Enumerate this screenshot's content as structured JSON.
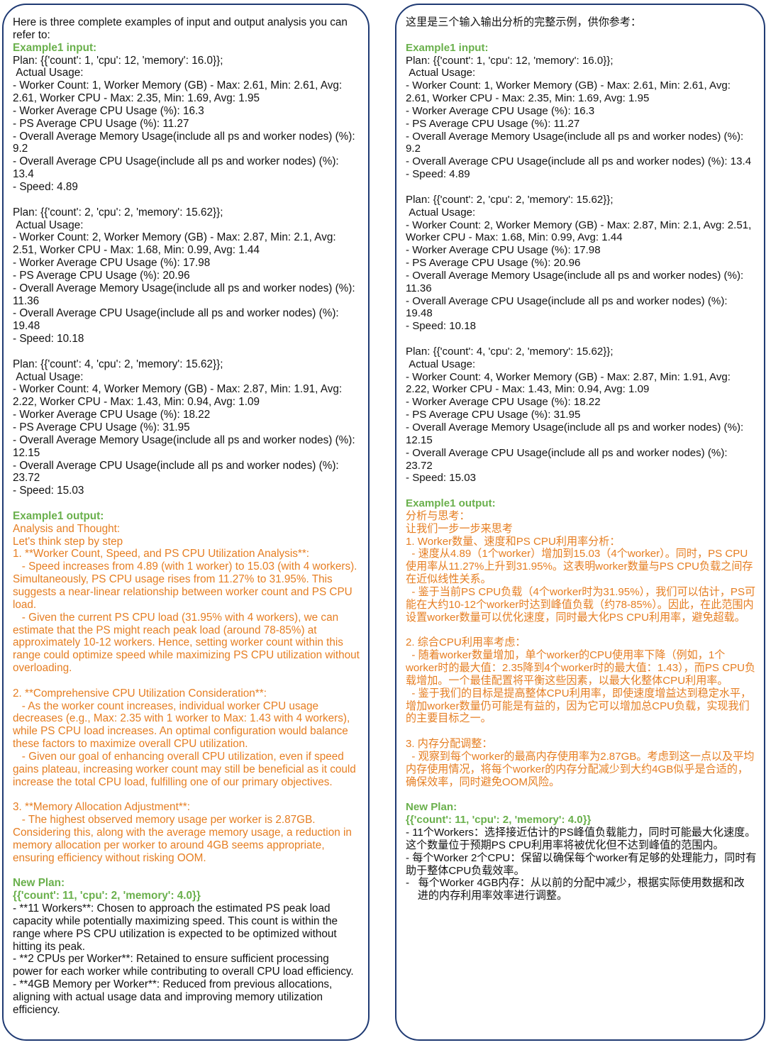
{
  "left": {
    "intro": "Here is three complete examples of input and output analysis you can refer to:",
    "input_heading": "Example1 input:",
    "input_text": "Plan: {{'count': 1, 'cpu': 12, 'memory': 16.0}};\n Actual Usage:\n- Worker Count: 1, Worker Memory (GB) - Max: 2.61, Min: 2.61, Avg: 2.61, Worker CPU - Max: 2.35, Min: 1.69, Avg: 1.95\n- Worker Average CPU Usage (%): 16.3\n- PS Average CPU Usage (%): 11.27\n- Overall Average Memory Usage(include all ps and worker nodes) (%): 9.2\n- Overall Average CPU Usage(include all ps and worker nodes) (%): 13.4\n- Speed: 4.89\n\nPlan: {{'count': 2, 'cpu': 2, 'memory': 15.62}};\n Actual Usage:\n- Worker Count: 2, Worker Memory (GB) - Max: 2.87, Min: 2.1, Avg: 2.51, Worker CPU - Max: 1.68, Min: 0.99, Avg: 1.44\n- Worker Average CPU Usage (%): 17.98\n- PS Average CPU Usage (%): 20.96\n- Overall Average Memory Usage(include all ps and worker nodes) (%): 11.36\n- Overall Average CPU Usage(include all ps and worker nodes) (%): 19.48\n- Speed: 10.18\n\nPlan: {{'count': 4, 'cpu': 2, 'memory': 15.62}};\n Actual Usage:\n- Worker Count: 4, Worker Memory (GB) - Max: 2.87, Min: 1.91, Avg: 2.22, Worker CPU - Max: 1.43, Min: 0.94, Avg: 1.09\n- Worker Average CPU Usage (%): 18.22\n- PS Average CPU Usage (%): 31.95\n- Overall Average Memory Usage(include all ps and worker nodes) (%): 12.15\n- Overall Average CPU Usage(include all ps and worker nodes) (%): 23.72\n- Speed: 15.03",
    "output_heading": "Example1 output:",
    "output_text": "Analysis and Thought:\nLet's think step by step\n1. **Worker Count, Speed, and PS CPU Utilization Analysis**:\n   - Speed increases from 4.89 (with 1 worker) to 15.03 (with 4 workers). Simultaneously, PS CPU usage rises from 11.27% to 31.95%. This suggests a near-linear relationship between worker count and PS CPU load.\n   - Given the current PS CPU load (31.95% with 4 workers), we can estimate that the PS might reach peak load (around 78-85%) at approximately 10-12 workers. Hence, setting worker count within this range could optimize speed while maximizing PS CPU utilization without overloading.\n\n2. **Comprehensive CPU Utilization Consideration**:\n   - As the worker count increases, individual worker CPU usage decreases (e.g., Max: 2.35 with 1 worker to Max: 1.43 with 4 workers), while PS CPU load increases. An optimal configuration would balance these factors to maximize overall CPU utilization.\n   - Given our goal of enhancing overall CPU utilization, even if speed gains plateau, increasing worker count may still be beneficial as it could increase the total CPU load, fulfilling one of our primary objectives.\n\n3. **Memory Allocation Adjustment**:\n   - The highest observed memory usage per worker is 2.87GB. Considering this, along with the average memory usage, a reduction in memory allocation per worker to around 4GB seems appropriate, ensuring efficiency without risking OOM.",
    "new_plan_heading": "New Plan:",
    "new_plan_value": "{{'count': 11, 'cpu': 2, 'memory': 4.0}}",
    "new_plan_text": "- **11 Workers**: Chosen to approach the estimated PS peak load capacity while potentially maximizing speed. This count is within the range where PS CPU utilization is expected to be optimized without hitting its peak.\n- **2 CPUs per Worker**: Retained to ensure sufficient processing power for each worker while contributing to overall CPU load efficiency.\n- **4GB Memory per Worker**: Reduced from previous allocations, aligning with actual usage data and improving memory utilization efficiency."
  },
  "right": {
    "intro": "这里是三个输入输出分析的完整示例，供你参考：",
    "input_heading": "Example1 input:",
    "input_text": "Plan: {{'count': 1, 'cpu': 12, 'memory': 16.0}};\n Actual Usage:\n- Worker Count: 1, Worker Memory (GB) - Max: 2.61, Min: 2.61, Avg: 2.61, Worker CPU - Max: 2.35, Min: 1.69, Avg: 1.95\n- Worker Average CPU Usage (%): 16.3\n- PS Average CPU Usage (%): 11.27\n- Overall Average Memory Usage(include all ps and worker nodes) (%): 9.2\n- Overall Average CPU Usage(include all ps and worker nodes) (%): 13.4\n- Speed: 4.89\n\nPlan: {{'count': 2, 'cpu': 2, 'memory': 15.62}};\n Actual Usage:\n- Worker Count: 2, Worker Memory (GB) - Max: 2.87, Min: 2.1, Avg: 2.51, Worker CPU - Max: 1.68, Min: 0.99, Avg: 1.44\n- Worker Average CPU Usage (%): 17.98\n- PS Average CPU Usage (%): 20.96\n- Overall Average Memory Usage(include all ps and worker nodes) (%): 11.36\n- Overall Average CPU Usage(include all ps and worker nodes) (%): 19.48\n- Speed: 10.18\n\nPlan: {{'count': 4, 'cpu': 2, 'memory': 15.62}};\n Actual Usage:\n- Worker Count: 4, Worker Memory (GB) - Max: 2.87, Min: 1.91, Avg: 2.22, Worker CPU - Max: 1.43, Min: 0.94, Avg: 1.09\n- Worker Average CPU Usage (%): 18.22\n- PS Average CPU Usage (%): 31.95\n- Overall Average Memory Usage(include all ps and worker nodes) (%): 12.15\n- Overall Average CPU Usage(include all ps and worker nodes) (%): 23.72\n- Speed: 15.03",
    "output_heading": "Example1 output:",
    "output_text": "分析与思考：\n让我们一步一步来思考\n1. Worker数量、速度和PS CPU利用率分析：\n  - 速度从4.89（1个worker）增加到15.03（4个worker）。同时，PS CPU使用率从11.27%上升到31.95%。这表明worker数量与PS CPU负载之间存在近似线性关系。\n  - 鉴于当前PS CPU负载（4个worker时为31.95%），我们可以估计，PS可能在大约10-12个worker时达到峰值负载（约78-85%）。因此，在此范围内设置worker数量可以优化速度，同时最大化PS CPU利用率，避免超载。\n\n2. 综合CPU利用率考虑：\n  - 随着worker数量增加，单个worker的CPU使用率下降（例如，1个worker时的最大值：2.35降到4个worker时的最大值：1.43），而PS CPU负载增加。一个最佳配置将平衡这些因素，以最大化整体CPU利用率。\n  - 鉴于我们的目标是提高整体CPU利用率，即使速度增益达到稳定水平，增加worker数量仍可能是有益的，因为它可以增加总CPU负载，实现我们的主要目标之一。\n\n3. 内存分配调整：\n  - 观察到每个worker的最高内存使用率为2.87GB。考虑到这一点以及平均内存使用情况，将每个worker的内存分配减少到大约4GB似乎是合适的，确保效率，同时避免OOM风险。",
    "new_plan_heading": "New Plan:",
    "new_plan_value": "{{'count': 11, 'cpu': 2, 'memory': 4.0}}",
    "new_plan_text": "- 11个Workers：选择接近估计的PS峰值负载能力，同时可能最大化速度。这个数量位于预期PS CPU利用率将被优化但不达到峰值的范围内。\n- 每个Worker 2个CPU：保留以确保每个worker有足够的处理能力，同时有助于整体CPU负载效率。\n-   每个Worker 4GB内存：从以前的分配中减少，根据实际使用数据和改\n    进的内存利用率效率进行调整。"
  },
  "colors": {
    "border": "#1f3a73",
    "heading": "#6ab04c",
    "analysis": "#e67e22",
    "text": "#111111"
  }
}
